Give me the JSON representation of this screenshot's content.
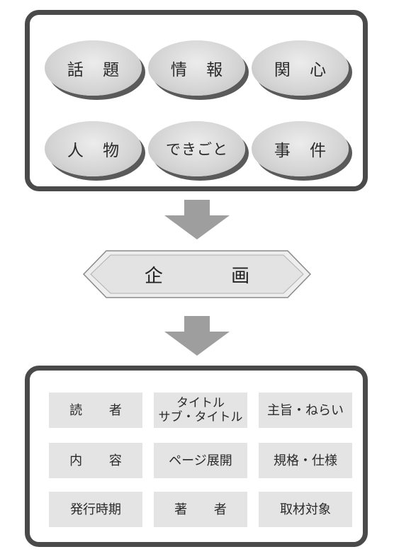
{
  "top_group": {
    "items": [
      "話 題",
      "情 報",
      "関 心",
      "人 物",
      "できごと",
      "事 件"
    ]
  },
  "center": {
    "label": "企 画"
  },
  "bottom_group": {
    "items": [
      [
        "読 者"
      ],
      [
        "タイトル",
        "サブ・タイトル"
      ],
      [
        "主旨・ねらい"
      ],
      [
        "内 容"
      ],
      [
        "ページ展開"
      ],
      [
        "規格・仕様"
      ],
      [
        "発行時期"
      ],
      [
        "著 者"
      ],
      [
        "取材対象"
      ]
    ]
  }
}
